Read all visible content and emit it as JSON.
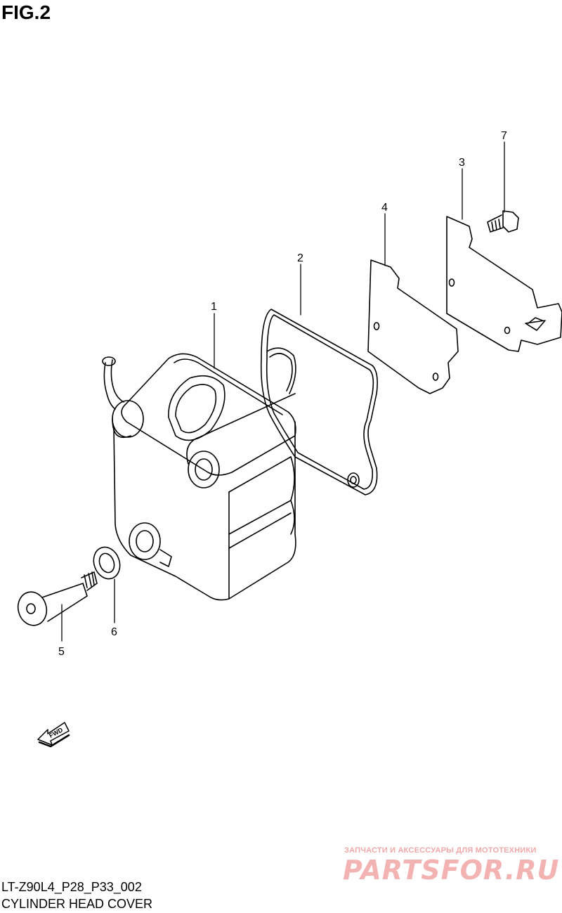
{
  "figure": {
    "title": "FIG.2"
  },
  "parts": [
    {
      "ref": "1"
    },
    {
      "ref": "2"
    },
    {
      "ref": "3"
    },
    {
      "ref": "4"
    },
    {
      "ref": "5"
    },
    {
      "ref": "6"
    },
    {
      "ref": "7"
    }
  ],
  "direction_marker": {
    "label": "FWD"
  },
  "footer": {
    "code": "LT-Z90L4_P28_P33_002",
    "caption": "CYLINDER HEAD COVER"
  },
  "watermark": {
    "tagline": "ЗАПЧАСТИ И АКСЕССУАРЫ ДЛЯ МОТОТЕХНИКИ",
    "logo": "PARTSFOR.RU",
    "color": "#f3b3b3"
  }
}
